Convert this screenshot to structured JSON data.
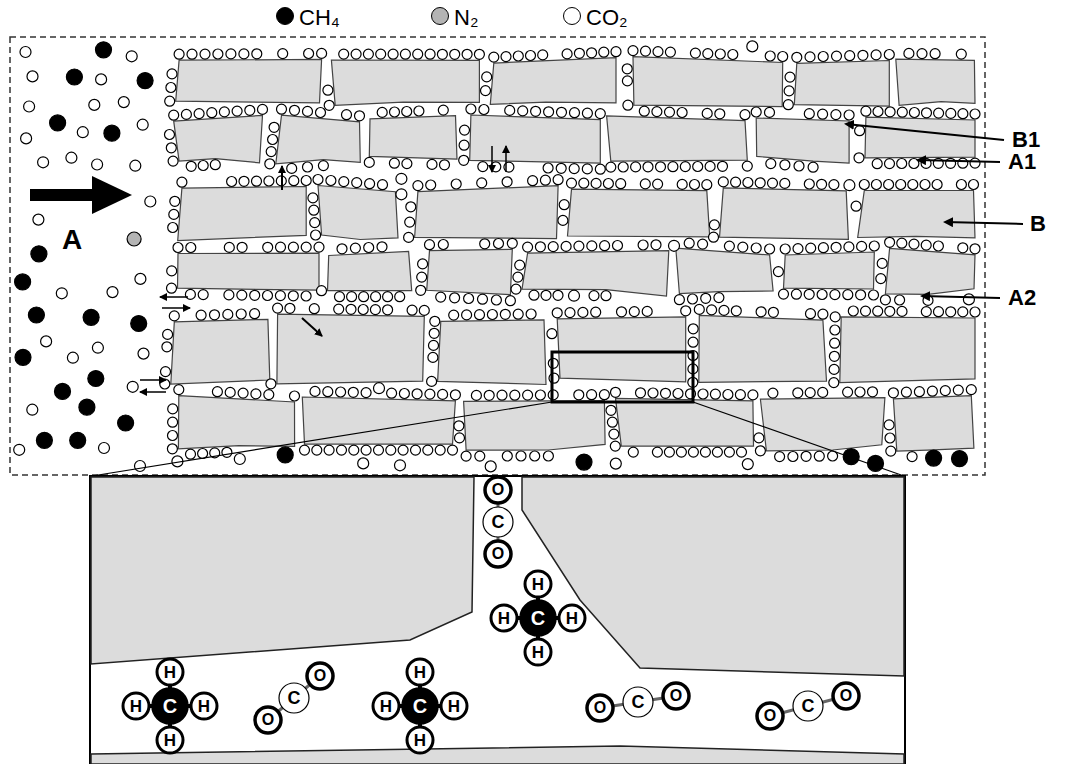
{
  "diagram": {
    "labels": [
      "A",
      "A1",
      "A2",
      "B",
      "B1",
      "C",
      "H",
      "H",
      "H",
      "H",
      "C",
      "H",
      "H",
      "H",
      "H",
      "C",
      "H",
      "H",
      "H",
      "H",
      "O",
      "C",
      "O",
      "O",
      "C",
      "O",
      "O",
      "C",
      "O",
      "O",
      "C",
      "O"
    ],
    "legend": [
      {
        "text": "CH₄",
        "color": "#000000"
      },
      {
        "text": "N₂",
        "color": "#b4b4b4"
      },
      {
        "text": "CO₂",
        "color": "#ffffff"
      }
    ]
  }
}
